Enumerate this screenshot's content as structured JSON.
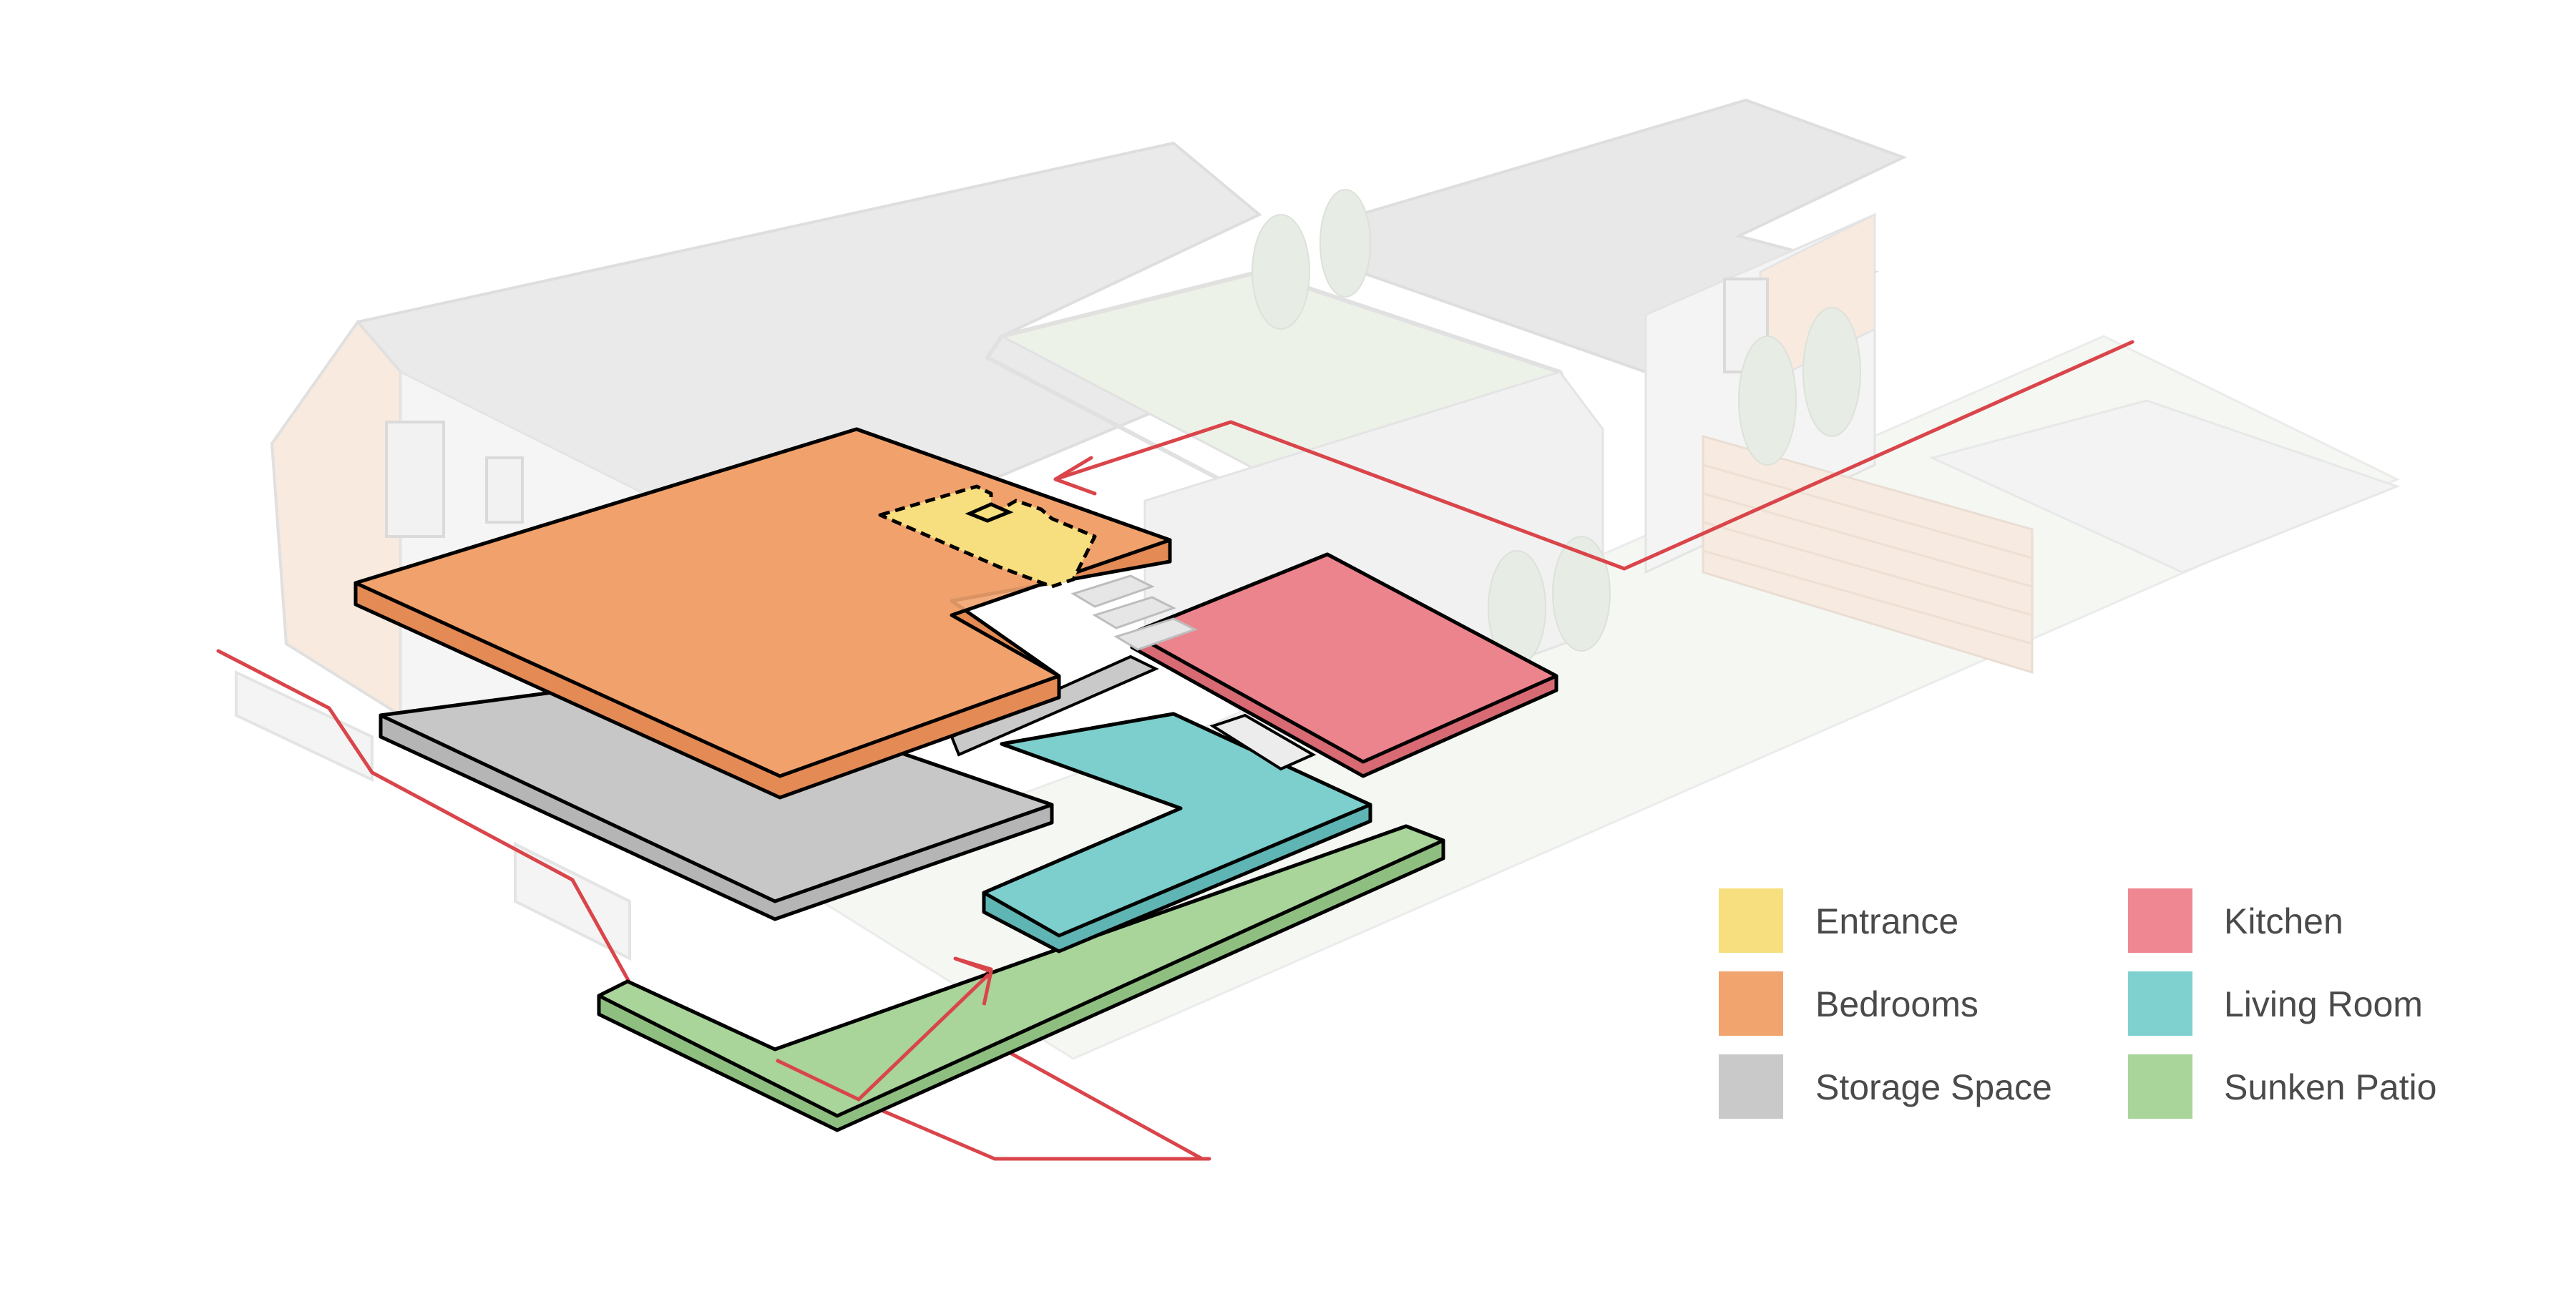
{
  "colors": {
    "entrance": "#f7de7e",
    "bedrooms": "#f2a46f",
    "storage": "#c9c9c9",
    "kitchen": "#ee8791",
    "living": "#7fd1cf",
    "patio": "#a9d49a",
    "path": "#d9454a",
    "ghost": "#e2e2e2"
  },
  "legend": {
    "entrance": "Entrance",
    "bedrooms": "Bedrooms",
    "storage": "Storage Space",
    "kitchen": "Kitchen",
    "living": "Living Room",
    "patio": "Sunken Patio"
  }
}
